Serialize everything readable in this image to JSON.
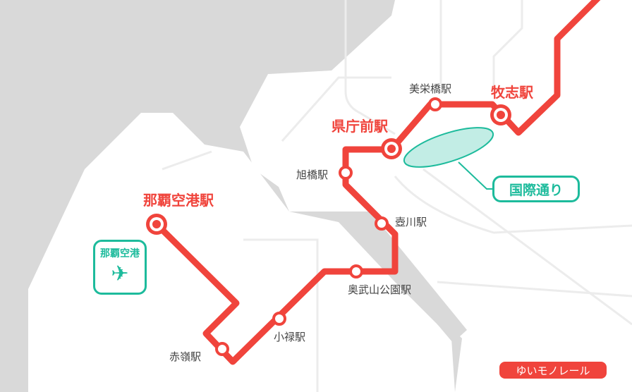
{
  "line_name": "ゆいモノレール",
  "colors": {
    "line": "#f0443c",
    "accent": "#1dbb9c",
    "sea": "#d9d9d9",
    "land": "#ffffff"
  },
  "major_stations": [
    "那覇空港駅",
    "県庁前駅",
    "牧志駅"
  ],
  "stations": [
    "赤嶺駅",
    "小禄駅",
    "奥武山公園駅",
    "壺川駅",
    "旭橋駅",
    "美栄橋駅"
  ],
  "airport": {
    "label": "那覇空港",
    "icon": "airplane-icon"
  },
  "landmark": {
    "label": "国際通り"
  }
}
